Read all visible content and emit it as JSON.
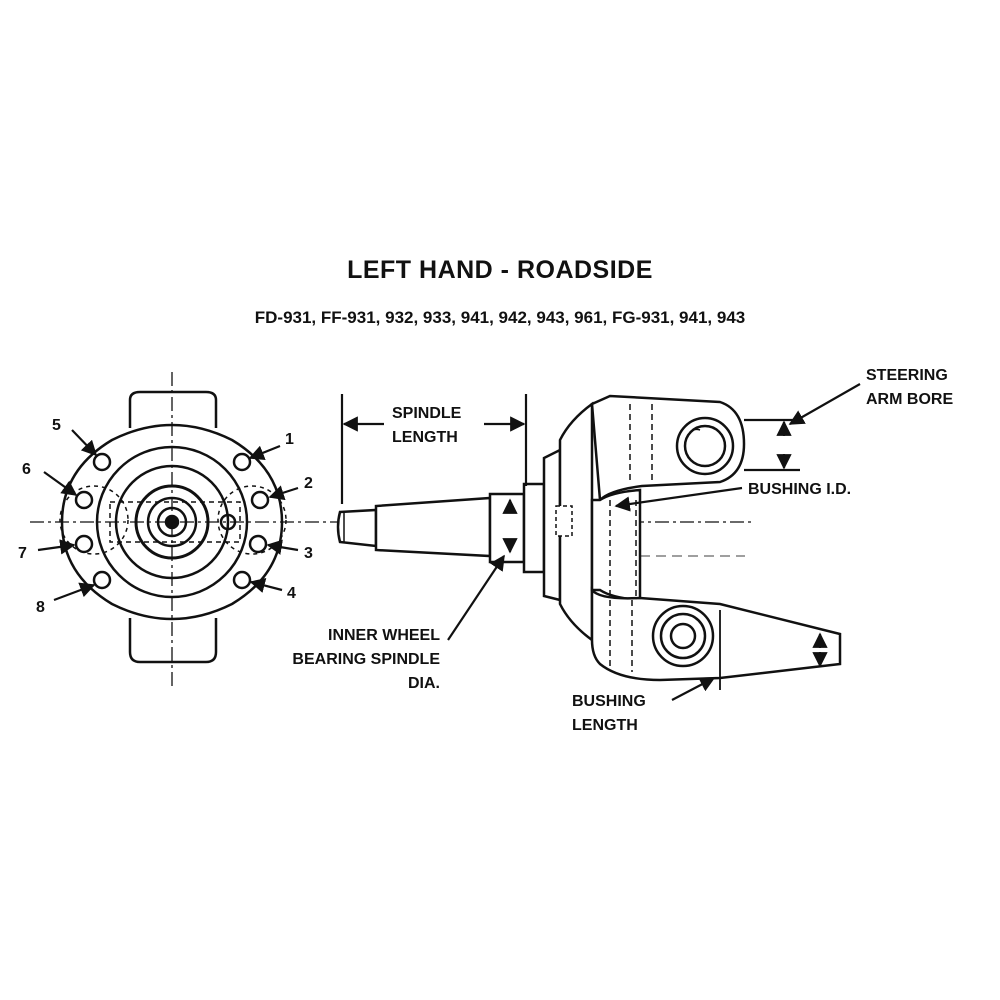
{
  "title": "LEFT HAND - ROADSIDE",
  "subtitle": "FD-931, FF-931, 932, 933, 941, 942, 943, 961, FG-931, 941, 943",
  "callouts": {
    "spindle_length": [
      "SPINDLE",
      "LENGTH"
    ],
    "steering_arm_bore": [
      "STEERING",
      "ARM BORE"
    ],
    "bushing_id": "BUSHING I.D.",
    "inner_wheel_bearing": [
      "INNER WHEEL",
      "BEARING SPINDLE",
      "DIA."
    ],
    "bushing_length": [
      "BUSHING",
      "LENGTH"
    ]
  },
  "bolt_holes": [
    "1",
    "2",
    "3",
    "4",
    "5",
    "6",
    "7",
    "8"
  ]
}
